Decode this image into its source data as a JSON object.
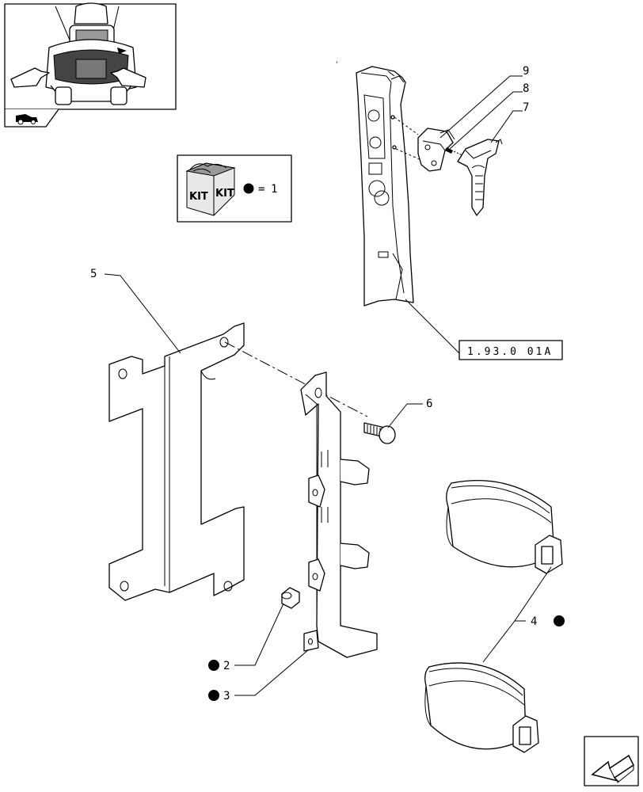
{
  "kit_legend": {
    "kit_text_left": "KIT",
    "kit_text_right": "KIT",
    "equals": "=",
    "value": "1"
  },
  "reference_box": {
    "label": "1.93.0 01A"
  },
  "callouts": [
    {
      "id": "c9",
      "label": "9"
    },
    {
      "id": "c8",
      "label": "8"
    },
    {
      "id": "c7",
      "label": "7"
    },
    {
      "id": "c5",
      "label": "5"
    },
    {
      "id": "c6",
      "label": "6"
    },
    {
      "id": "c4",
      "label": "4"
    },
    {
      "id": "c2",
      "label": "2"
    },
    {
      "id": "c3",
      "label": "3"
    }
  ],
  "kit_markers": [
    "1",
    "2",
    "3",
    "4"
  ],
  "colors": {
    "ink": "#000000",
    "paper": "#ffffff",
    "kit_fill": "#e8e8e8"
  }
}
